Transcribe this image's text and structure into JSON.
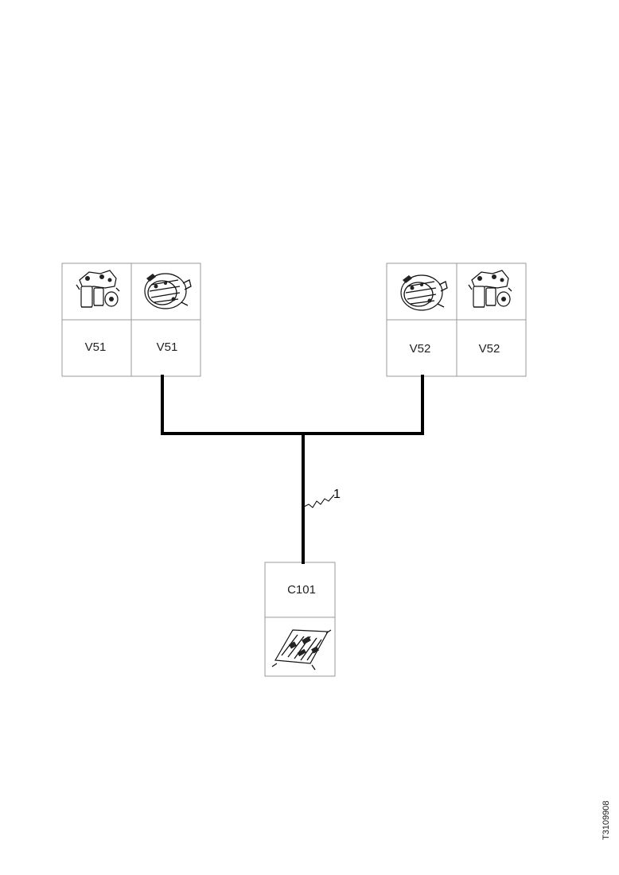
{
  "units": {
    "top_left": {
      "cells": [
        {
          "icon": "valve-block-icon",
          "label": "V51"
        },
        {
          "icon": "pump-motor-icon",
          "label": "V51"
        }
      ]
    },
    "top_right": {
      "cells": [
        {
          "icon": "pump-motor-icon",
          "label": "V52"
        },
        {
          "icon": "valve-block-icon",
          "label": "V52"
        }
      ]
    },
    "bottom": {
      "label": "C101",
      "icon": "control-unit-icon"
    }
  },
  "wire_callout": "1",
  "figure_id": "T3109908",
  "colors": {
    "wire": "#000000",
    "box_border": "#9a9a9a",
    "background": "#ffffff"
  }
}
